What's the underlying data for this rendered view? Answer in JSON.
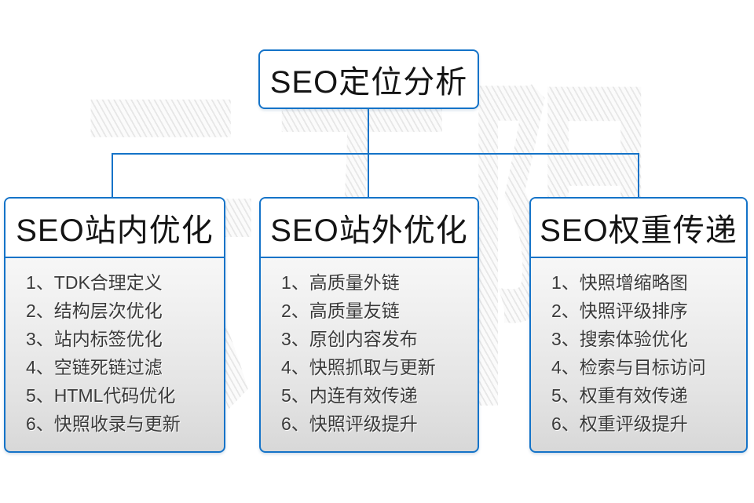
{
  "watermark": "云无限",
  "root": {
    "title": "SEO定位分析"
  },
  "columns": [
    {
      "title": "SEO站内优化",
      "items": [
        "1、TDK合理定义",
        "2、结构层次优化",
        "3、站内标签优化",
        "4、空链死链过滤",
        "5、HTML代码优化",
        "6、快照收录与更新"
      ]
    },
    {
      "title": "SEO站外优化",
      "items": [
        "1、高质量外链",
        "2、高质量友链",
        "3、原创内容发布",
        "4、快照抓取与更新",
        "5、内连有效传递",
        "6、快照评级提升"
      ]
    },
    {
      "title": "SEO权重传递",
      "items": [
        "1、快照增缩略图",
        "2、快照评级排序",
        "3、搜索体验优化",
        "4、检索与目标访问",
        "5、权重有效传递",
        "6、权重评级提升"
      ]
    }
  ],
  "colors": {
    "connector_blue": "#1473c8",
    "card_border_blue": "#1473c8",
    "card_gradient_top": "#ffffff",
    "card_gradient_bottom": "#d8d8d8",
    "title_text": "#141414",
    "list_text": "#3a3a3a",
    "watermark_gray": "#ededed"
  }
}
